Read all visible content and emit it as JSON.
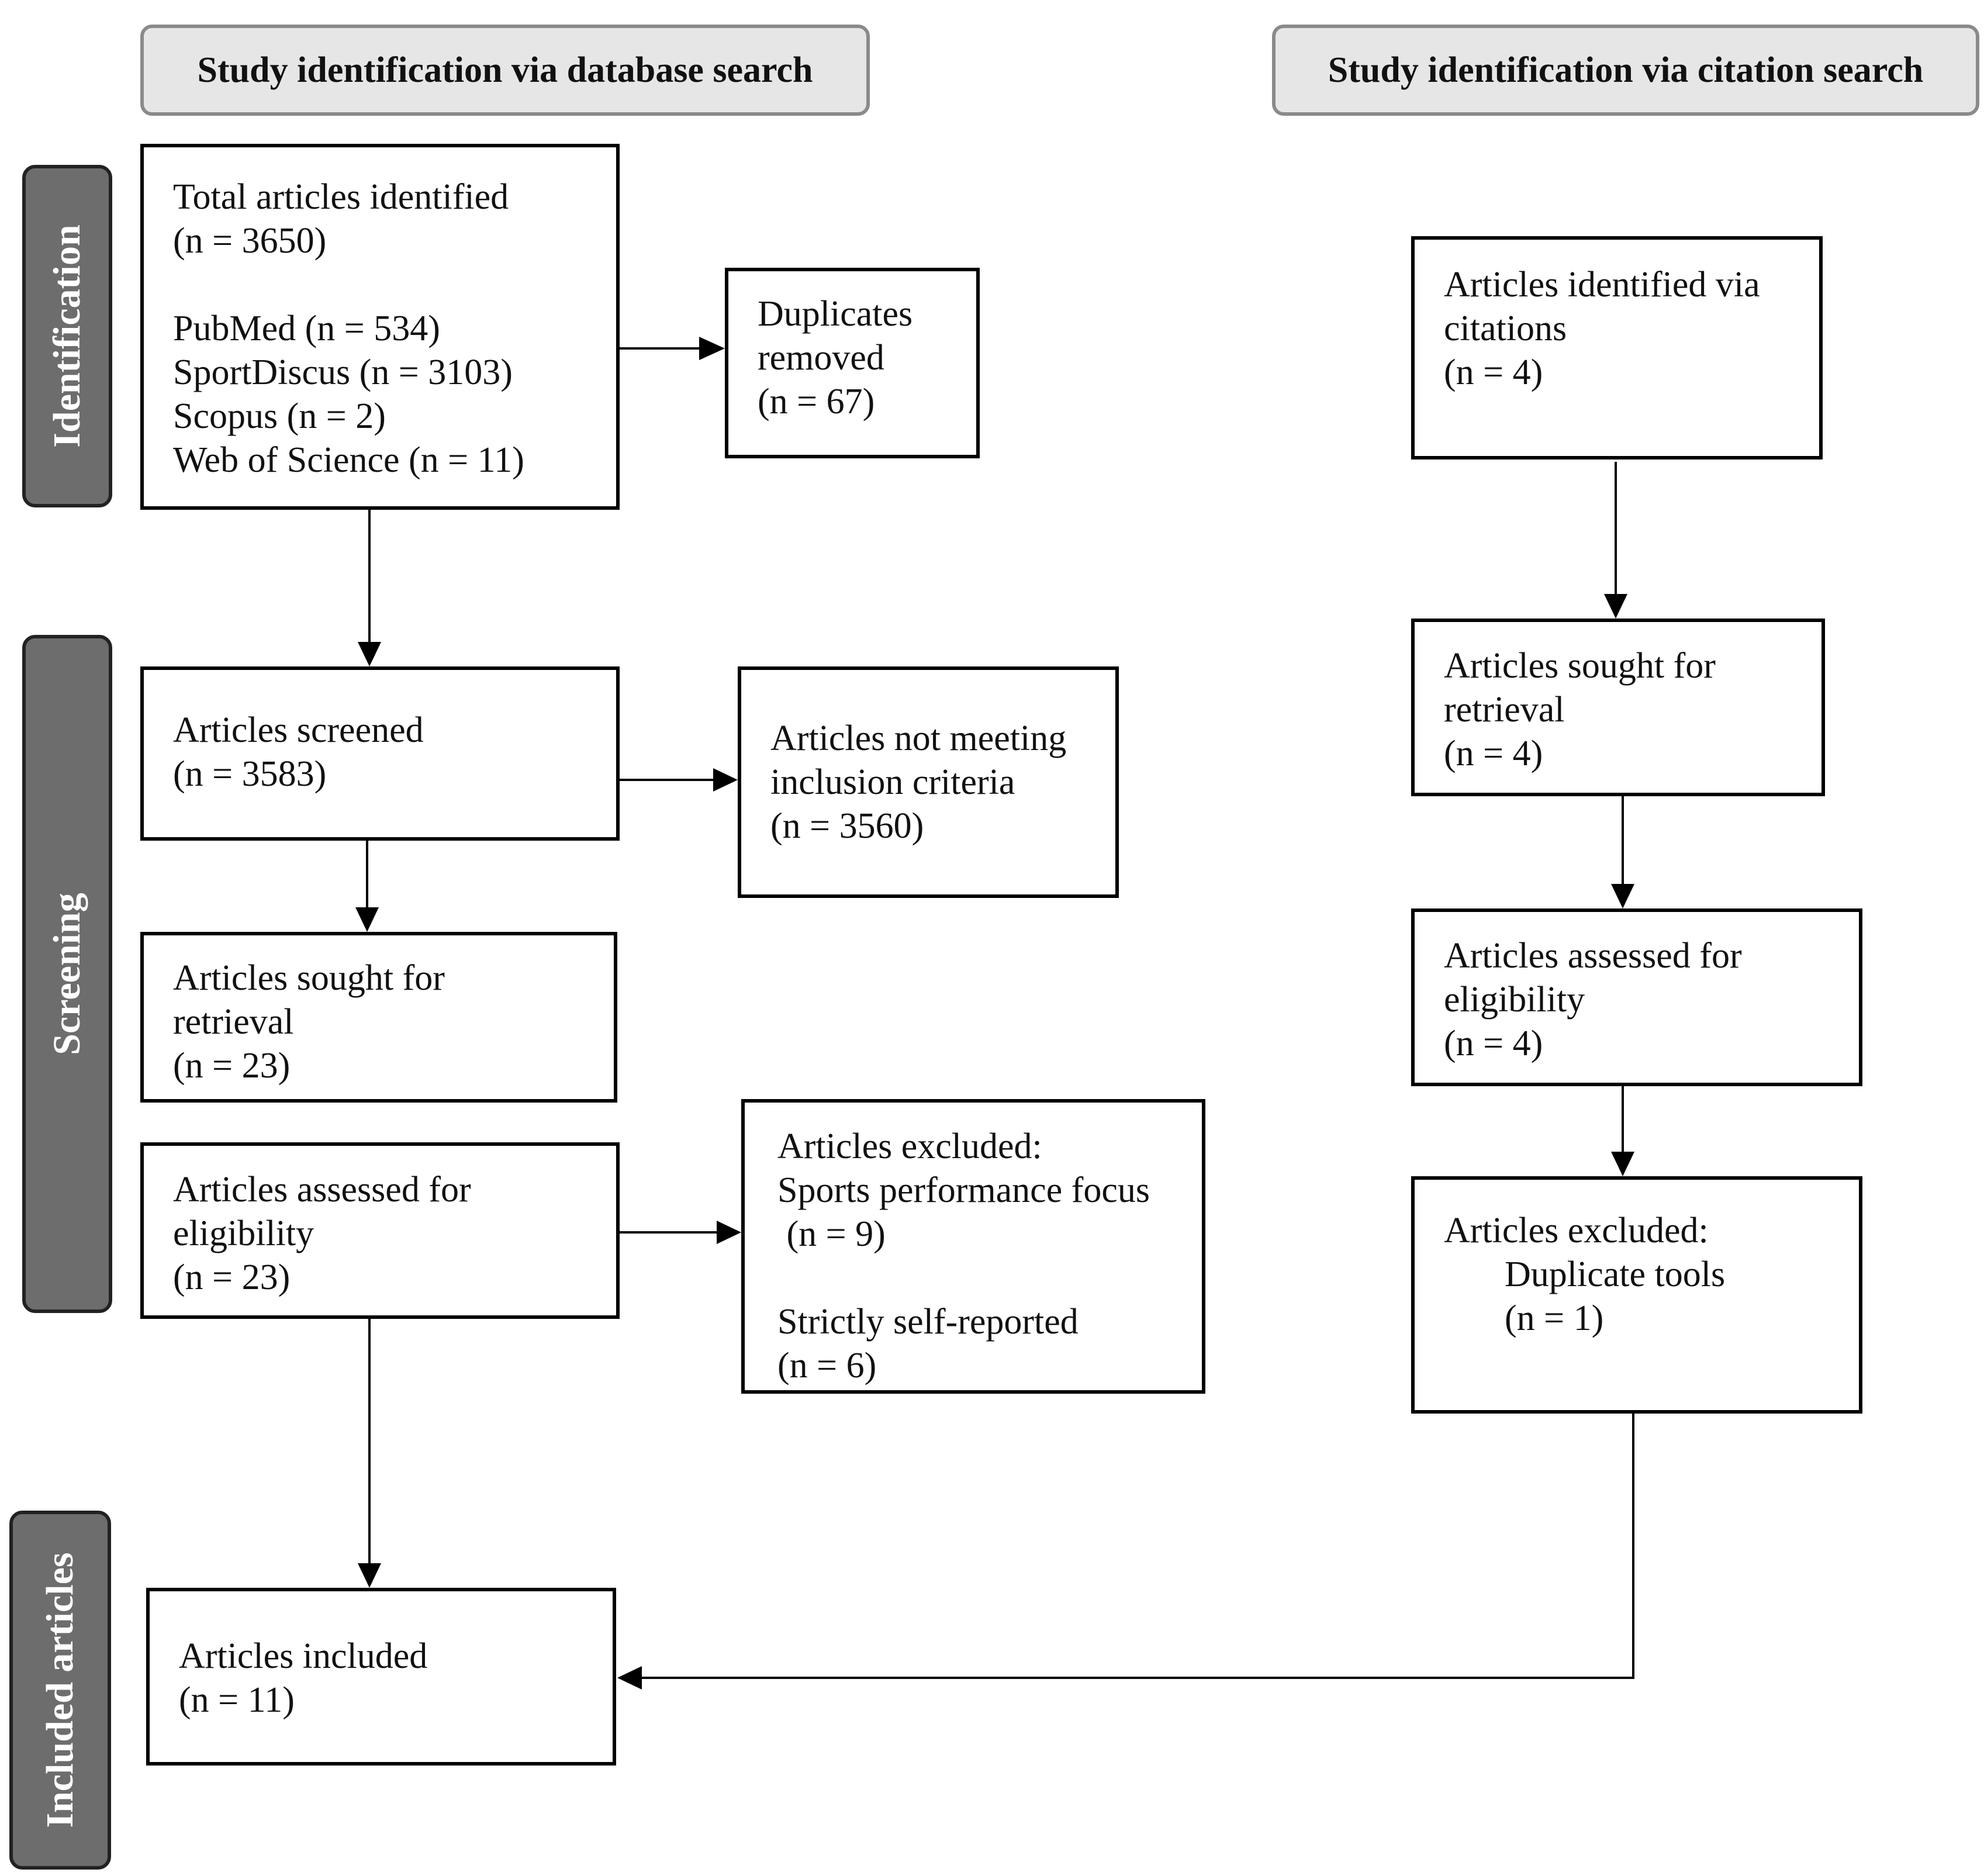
{
  "headers": {
    "database": "Study identification via database search",
    "citation": "Study identification via citation search"
  },
  "phases": {
    "identification": "Identification",
    "screening": "Screening",
    "included": "Included articles"
  },
  "database": {
    "identified": {
      "line1": "Total articles identified",
      "line2": "(n = 3650)",
      "sources": [
        "PubMed (n = 534)",
        "SportDiscus (n = 3103)",
        "Scopus (n = 2)",
        "Web of Science (n = 11)"
      ]
    },
    "duplicates": {
      "line1": "Duplicates",
      "line2": "removed",
      "line3": "(n = 67)"
    },
    "screened": {
      "line1": "Articles screened",
      "line2": "(n = 3583)"
    },
    "not_meeting": {
      "line1": "Articles not meeting",
      "line2": "inclusion criteria",
      "line3": "(n = 3560)"
    },
    "sought": {
      "line1": "Articles sought for",
      "line2": "retrieval",
      "line3": "(n = 23)"
    },
    "assessed": {
      "line1": "Articles assessed for",
      "line2": "eligibility",
      "line3": "(n = 23)"
    },
    "excluded": {
      "line1": "Articles excluded:",
      "line2": "Sports performance focus",
      "line3": " (n = 9)",
      "line4": "Strictly self-reported",
      "line5": "(n = 6)"
    },
    "included": {
      "line1": "Articles included",
      "line2": "(n = 11)"
    }
  },
  "citation": {
    "identified": {
      "line1": "Articles identified via",
      "line2": "citations",
      "line3": "(n = 4)"
    },
    "sought": {
      "line1": "Articles sought for",
      "line2": "retrieval",
      "line3": "(n = 4)"
    },
    "assessed": {
      "line1": "Articles assessed for",
      "line2": "eligibility",
      "line3": "(n = 4)"
    },
    "excluded": {
      "line1": "Articles excluded:",
      "line2": "Duplicate tools",
      "line3": "(n = 1)"
    }
  }
}
